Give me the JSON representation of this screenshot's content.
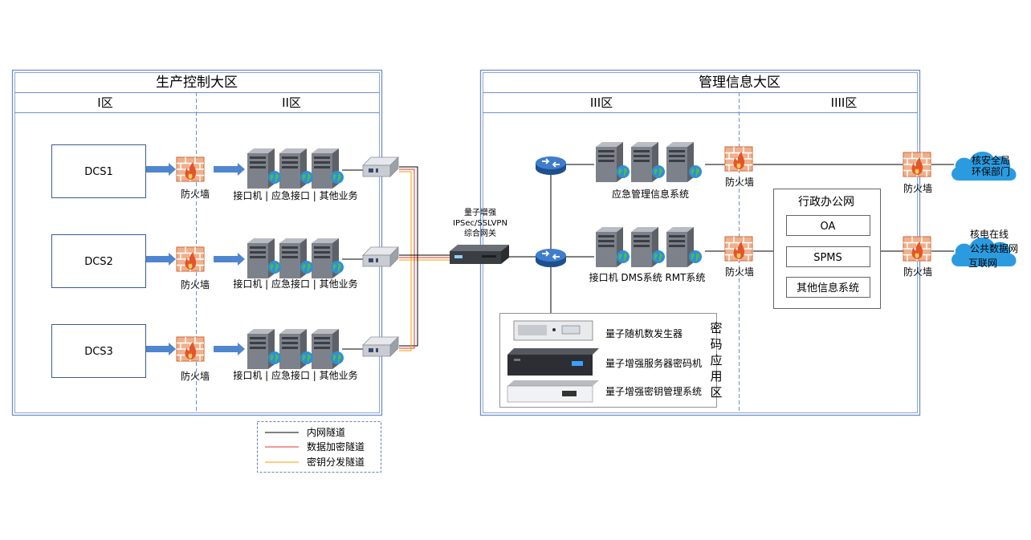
{
  "zones": {
    "production": {
      "title": "生产控制大区",
      "zone1": "I区",
      "zone2": "II区",
      "dcs": [
        "DCS1",
        "DCS2",
        "DCS3"
      ],
      "firewall_label": "防火墙",
      "servers_label": "接口机 | 应急接口 | 其他业务"
    },
    "management": {
      "title": "管理信息大区",
      "zone3": "III区",
      "zone4": "IIII区",
      "emergency_system": "应急管理信息系统",
      "dms_rmt": "接口机 DMS系统  RMT系统",
      "firewall_label": "防火墙",
      "router_tag": "ROUTER",
      "office": {
        "title": "行政办公网",
        "items": [
          "OA",
          "SPMS",
          "其他信息系统"
        ]
      },
      "crypto": {
        "title": "密码应用区",
        "items": [
          "量子随机数发生器",
          "量子增强服务器密码机",
          "量子增强密钥管理系统"
        ]
      }
    }
  },
  "gateway": {
    "line1": "量子增强",
    "line2": "IPSec/SSLVPN",
    "line3": "综合网关"
  },
  "external": {
    "cloud1": [
      "核安全局",
      "环保部门"
    ],
    "cloud2": [
      "核电在线",
      "公共数据网",
      "互联网"
    ],
    "firewall_label": "防火墙"
  },
  "legend": {
    "items": [
      {
        "label": "内网隧道",
        "color": "#000000"
      },
      {
        "label": "数据加密隧道",
        "color": "#e8302a"
      },
      {
        "label": "密钥分发隧道",
        "color": "#f0a000"
      }
    ]
  },
  "colors": {
    "zone_border": "#6f8fc9",
    "arrow": "#4f86cf",
    "firewall": "#e98a5a",
    "cloud": "#2b9be0",
    "router": "#3a78c2"
  }
}
